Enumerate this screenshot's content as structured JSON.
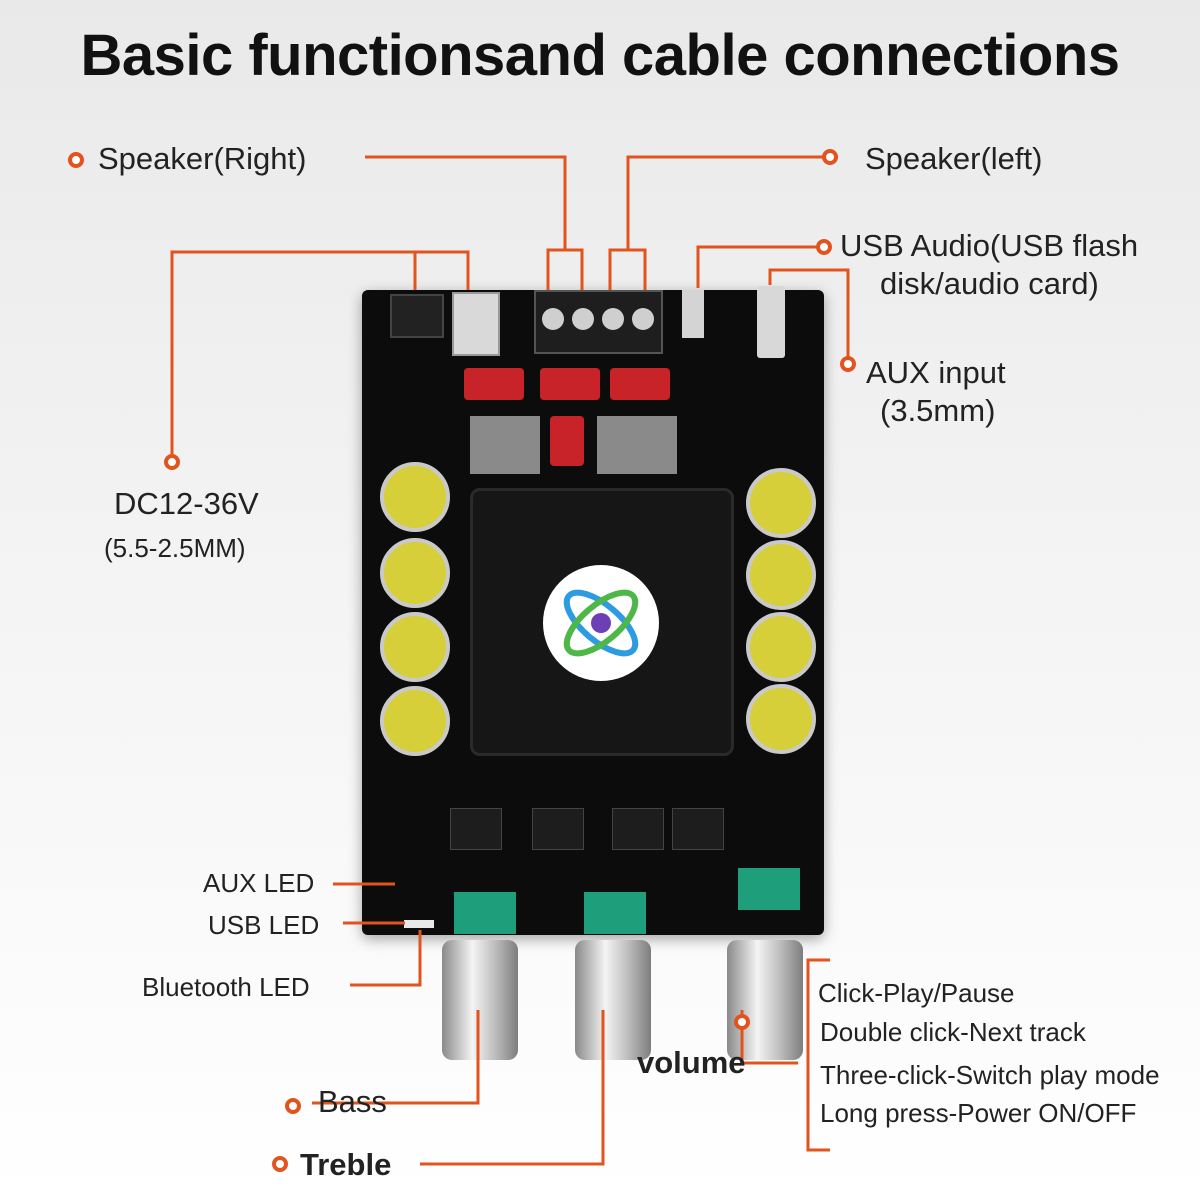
{
  "title": "Basic functionsand cable connections",
  "labels": {
    "speaker_right": "Speaker(Right)",
    "speaker_left": "Speaker(left)",
    "usb_audio_line1": "USB Audio(USB flash",
    "usb_audio_line2": "disk/audio card)",
    "aux_input_line1": "AUX input",
    "aux_input_line2": "(3.5mm)",
    "dc_power": "DC12-36V",
    "dc_power_sub": "(5.5-2.5MM)",
    "aux_led": "AUX LED",
    "usb_led": "USB LED",
    "bluetooth_led": "Bluetooth LED",
    "bass": "Bass",
    "treble": "Treble",
    "volume": "volume"
  },
  "volume_functions": [
    "Click-Play/Pause",
    "Double click-Next track",
    "Three-click-Switch play mode",
    "Long press-Power ON/OFF"
  ],
  "colors": {
    "accent": "#e2531d",
    "board": "#0c0c0c",
    "capacitor": "#d6cf3a",
    "relay": "#c9232a",
    "knob_cap": "#1f9e7b"
  }
}
